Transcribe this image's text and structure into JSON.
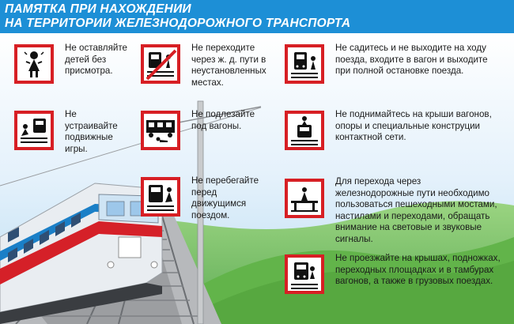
{
  "header": {
    "line1": "ПАМЯТКА ПРИ НАХОЖДЕНИИ",
    "line2": "НА ТЕРРИТОРИИ ЖЕЛЕЗНОДОРОЖНОГО ТРАНСПОРТА"
  },
  "colors": {
    "header_bg": "#1d8fd6",
    "sign_border": "#d71f24",
    "hill_green": "#6fbf52",
    "sky_blue": "#b8dcf3",
    "train_red": "#d52028",
    "train_blue": "#1a7fc7"
  },
  "rules": [
    {
      "icon": "child-alone-icon",
      "text": "Не оставляйте детей без присмотра."
    },
    {
      "icon": "no-crossing-icon",
      "text": "Не переходите через ж. д. пути в неустановленных местах."
    },
    {
      "icon": "no-jumping-on-train-icon",
      "text": "Не садитесь и не выходите на ходу поезда, входите в вагон и выходите при полной остановке поезда."
    },
    {
      "icon": "no-playing-near-tracks-icon",
      "text": "Не устраивайте подвижные игры."
    },
    {
      "icon": "no-crawling-under-wagon-icon",
      "text": "Не подлезайте под вагоны."
    },
    {
      "icon": "no-climbing-roof-icon",
      "text": "Не поднимайтесь на крыши вагонов, опоры и специальные конструции контактной сети."
    },
    {
      "icon": "no-running-before-train-icon",
      "text": "Не перебегайте перед движущимся поездом."
    },
    {
      "icon": "use-pedestrian-bridge-icon",
      "text": "Для перехода через железнодорожные пути необходимо пользоваться пешеходными мостами, настилами и переходами, обращать внимание на световые и звуковые сигналы."
    },
    {
      "icon": "no-riding-outside-icon",
      "text": " Не проезжайте на крышах, подножках, переходных площадках и в тамбурах вагонов, а также в грузовых поездах."
    }
  ]
}
